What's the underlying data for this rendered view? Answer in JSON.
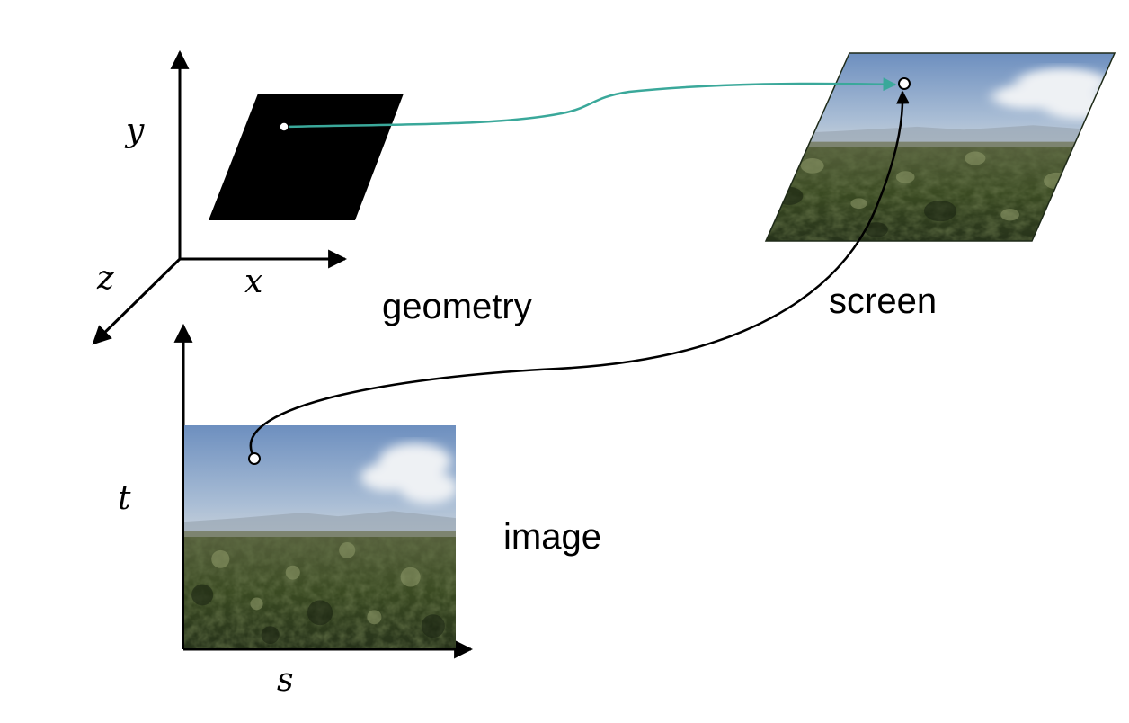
{
  "labels": {
    "geometry": "geometry",
    "screen": "screen",
    "image": "image"
  },
  "axes": {
    "x": "x",
    "y": "y",
    "z": "z",
    "s": "s",
    "t": "t"
  },
  "colors": {
    "geometry_fill": "#000000",
    "mapping_arrow_cyan": "#3aa89a",
    "mapping_arrow_black": "#000000",
    "sky_top": "#7f9fc7",
    "sky_bottom": "#c3cfdc",
    "forest_dark": "#2c3a1e",
    "forest_mid": "#4f5d2e"
  },
  "icons": {
    "sample_point": "hollow-circle"
  }
}
